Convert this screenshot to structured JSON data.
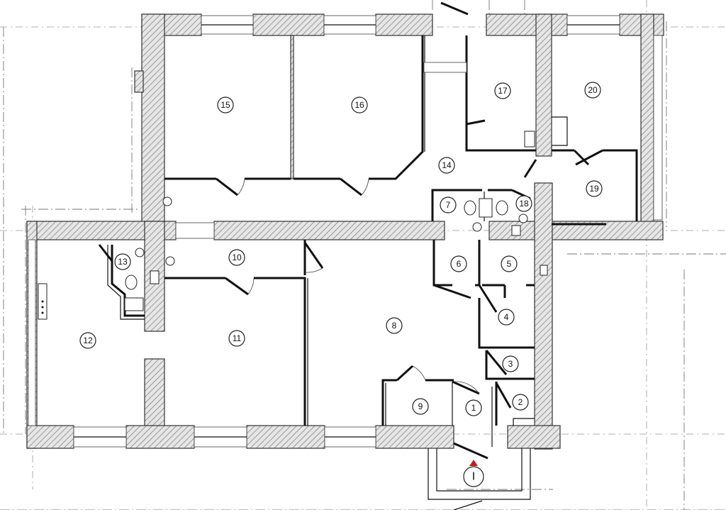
{
  "plan": {
    "rooms": [
      {
        "id": "room-1",
        "label": "1"
      },
      {
        "id": "room-2",
        "label": "2"
      },
      {
        "id": "room-3",
        "label": "3"
      },
      {
        "id": "room-4",
        "label": "4"
      },
      {
        "id": "room-5",
        "label": "5"
      },
      {
        "id": "room-6",
        "label": "6"
      },
      {
        "id": "room-7",
        "label": "7"
      },
      {
        "id": "room-8",
        "label": "8"
      },
      {
        "id": "room-9",
        "label": "9"
      },
      {
        "id": "room-10",
        "label": "10"
      },
      {
        "id": "room-11",
        "label": "11"
      },
      {
        "id": "room-12",
        "label": "12"
      },
      {
        "id": "room-13",
        "label": "13"
      },
      {
        "id": "room-14",
        "label": "14"
      },
      {
        "id": "room-15",
        "label": "15"
      },
      {
        "id": "room-16",
        "label": "16"
      },
      {
        "id": "room-17",
        "label": "17"
      },
      {
        "id": "room-18",
        "label": "18"
      },
      {
        "id": "room-19",
        "label": "19"
      },
      {
        "id": "room-20",
        "label": "20"
      }
    ],
    "entrance": {
      "label": "I"
    },
    "colors": {
      "wall_hatch": "#777777",
      "wall_fill": "#e6e6e6",
      "entrance_arrow": "#c0201a",
      "line": "#111111"
    }
  }
}
